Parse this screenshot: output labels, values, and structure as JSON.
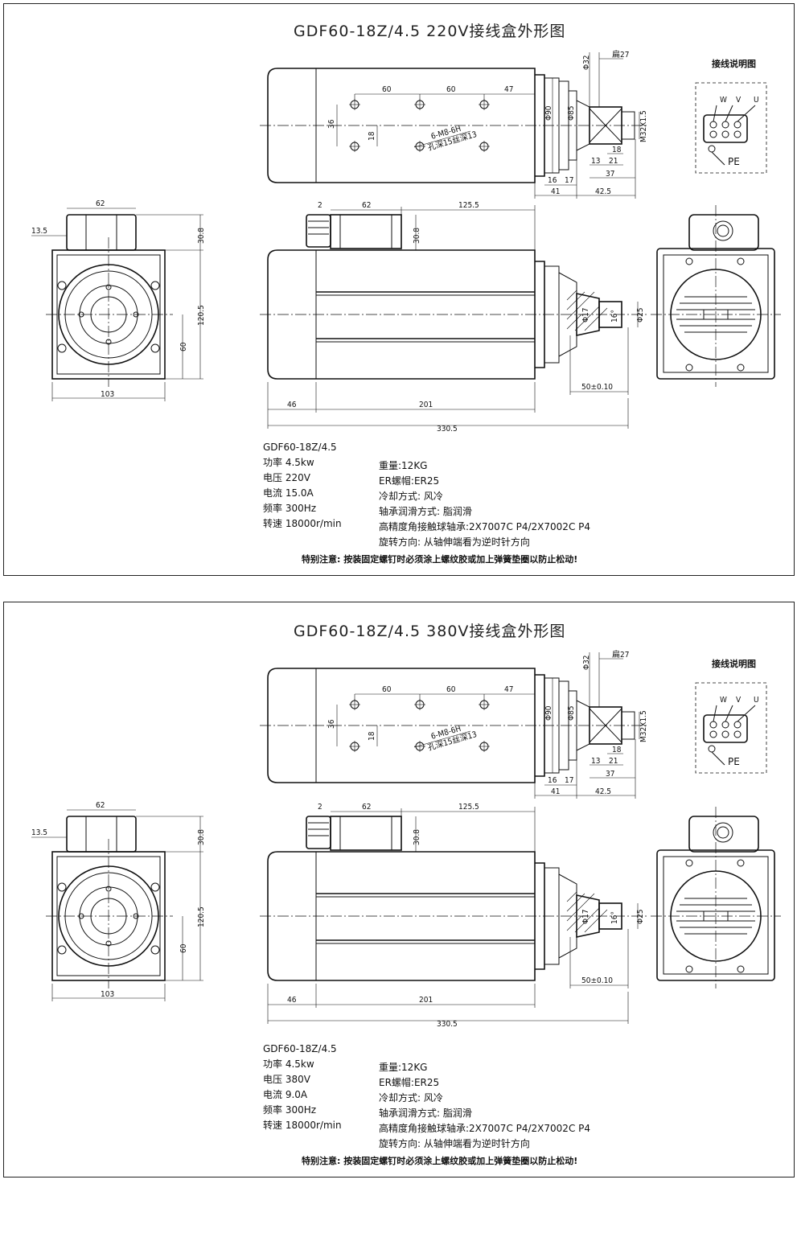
{
  "sheets": [
    {
      "title": "GDF60-18Z/4.5   220V接线盒外形图",
      "model": "GDF60-18Z/4.5",
      "specs_left": [
        "功率 4.5kw",
        "电压 220V",
        "电流 15.0A",
        "频率 300Hz",
        "转速 18000r/min"
      ],
      "specs_right": [
        "重量:12KG",
        "ER螺帽:ER25",
        "冷却方式: 风冷",
        "轴承润滑方式: 脂润滑",
        "高精度角接触球轴承:2X7007C P4/2X7002C P4",
        "旋转方向: 从轴伸端看为逆时针方向"
      ],
      "note": "特别注意: 按装固定螺钉时必须涂上螺纹胶或加上弹簧垫圈以防止松动!"
    },
    {
      "title": "GDF60-18Z/4.5   380V接线盒外形图",
      "model": "GDF60-18Z/4.5",
      "specs_left": [
        "功率 4.5kw",
        "电压 380V",
        "电流 9.0A",
        "频率 300Hz",
        "转速 18000r/min"
      ],
      "specs_right": [
        "重量:12KG",
        "ER螺帽:ER25",
        "冷却方式: 风冷",
        "轴承润滑方式: 脂润滑",
        "高精度角接触球轴承:2X7007C P4/2X7002C P4",
        "旋转方向: 从轴伸端看为逆时针方向"
      ],
      "note": "特别注意: 按装固定螺钉时必须涂上螺纹胶或加上弹簧垫圈以防止松动!"
    }
  ],
  "dims": {
    "top_60a": "60",
    "top_60b": "60",
    "top_47": "47",
    "top_36": "36",
    "top_18": "18",
    "hole_note": "6-M8-6H",
    "hole_depth": "孔深15丝深13",
    "phi90": "Φ90",
    "phi85": "Φ85",
    "phi32": "Φ32",
    "wrench27": "扁27",
    "m32": "M32X1.5",
    "d18": "18",
    "d13": "13",
    "d21": "21",
    "d16": "16",
    "d17": "17",
    "d41": "41",
    "d37": "37",
    "d42_5": "42.5",
    "wiring_title": "接线说明图",
    "w": "W",
    "v": "V",
    "u": "U",
    "pe": "PE",
    "side_2": "2",
    "side_62": "62",
    "side_125_5": "125.5",
    "side_30_8": "30.8",
    "phi17": "Φ17",
    "deg16": "16°",
    "phi25": "Φ25",
    "d50": "50±0.10",
    "d46": "46",
    "d201": "201",
    "d330_5": "330.5",
    "end_62": "62",
    "end_13_5": "13.5",
    "end_30_8": "30.8",
    "end_120_5": "120.5",
    "end_60": "60",
    "end_103": "103"
  }
}
